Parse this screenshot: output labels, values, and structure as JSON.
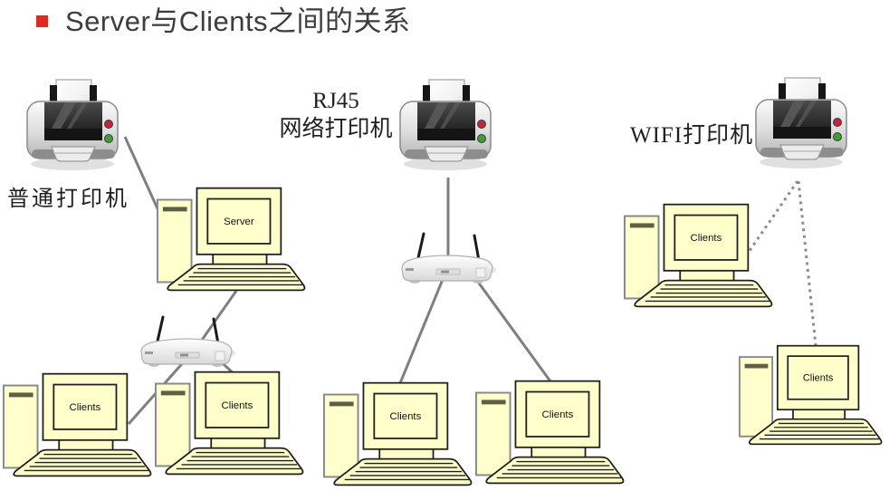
{
  "title": "Server与Clients之间的关系",
  "printer_labels": {
    "ordinary": "普通打印机",
    "rj45_line1": "RJ45",
    "rj45_line2": "网络打印机",
    "wifi": "WIFI打印机"
  },
  "computers": [
    {
      "role": "server",
      "label": "Server"
    },
    {
      "role": "client-left-1",
      "label": "Clients"
    },
    {
      "role": "client-left-2",
      "label": "Clients"
    },
    {
      "role": "client-mid-1",
      "label": "Clients"
    },
    {
      "role": "client-mid-2",
      "label": "Clients"
    },
    {
      "role": "client-right-1",
      "label": "Clients"
    },
    {
      "role": "client-right-2",
      "label": "Clients"
    }
  ],
  "connections": [
    {
      "from": "ordinary-printer",
      "to": "server",
      "style": "solid"
    },
    {
      "from": "server",
      "to": "router-1",
      "style": "solid"
    },
    {
      "from": "router-1",
      "to": "client-left-1",
      "style": "solid"
    },
    {
      "from": "router-1",
      "to": "client-left-2",
      "style": "solid"
    },
    {
      "from": "rj45-printer",
      "to": "router-2",
      "style": "solid"
    },
    {
      "from": "router-2",
      "to": "client-mid-1",
      "style": "solid"
    },
    {
      "from": "router-2",
      "to": "client-mid-2",
      "style": "solid"
    },
    {
      "from": "wifi-printer",
      "to": "client-right-1",
      "style": "dotted"
    },
    {
      "from": "wifi-printer",
      "to": "client-right-2",
      "style": "dotted"
    }
  ],
  "colors": {
    "accent_red": "#e12b20",
    "title_gray": "#3d3d3d",
    "computer_fill": "#ffffcc",
    "cable_gray": "#7f7f7f"
  }
}
